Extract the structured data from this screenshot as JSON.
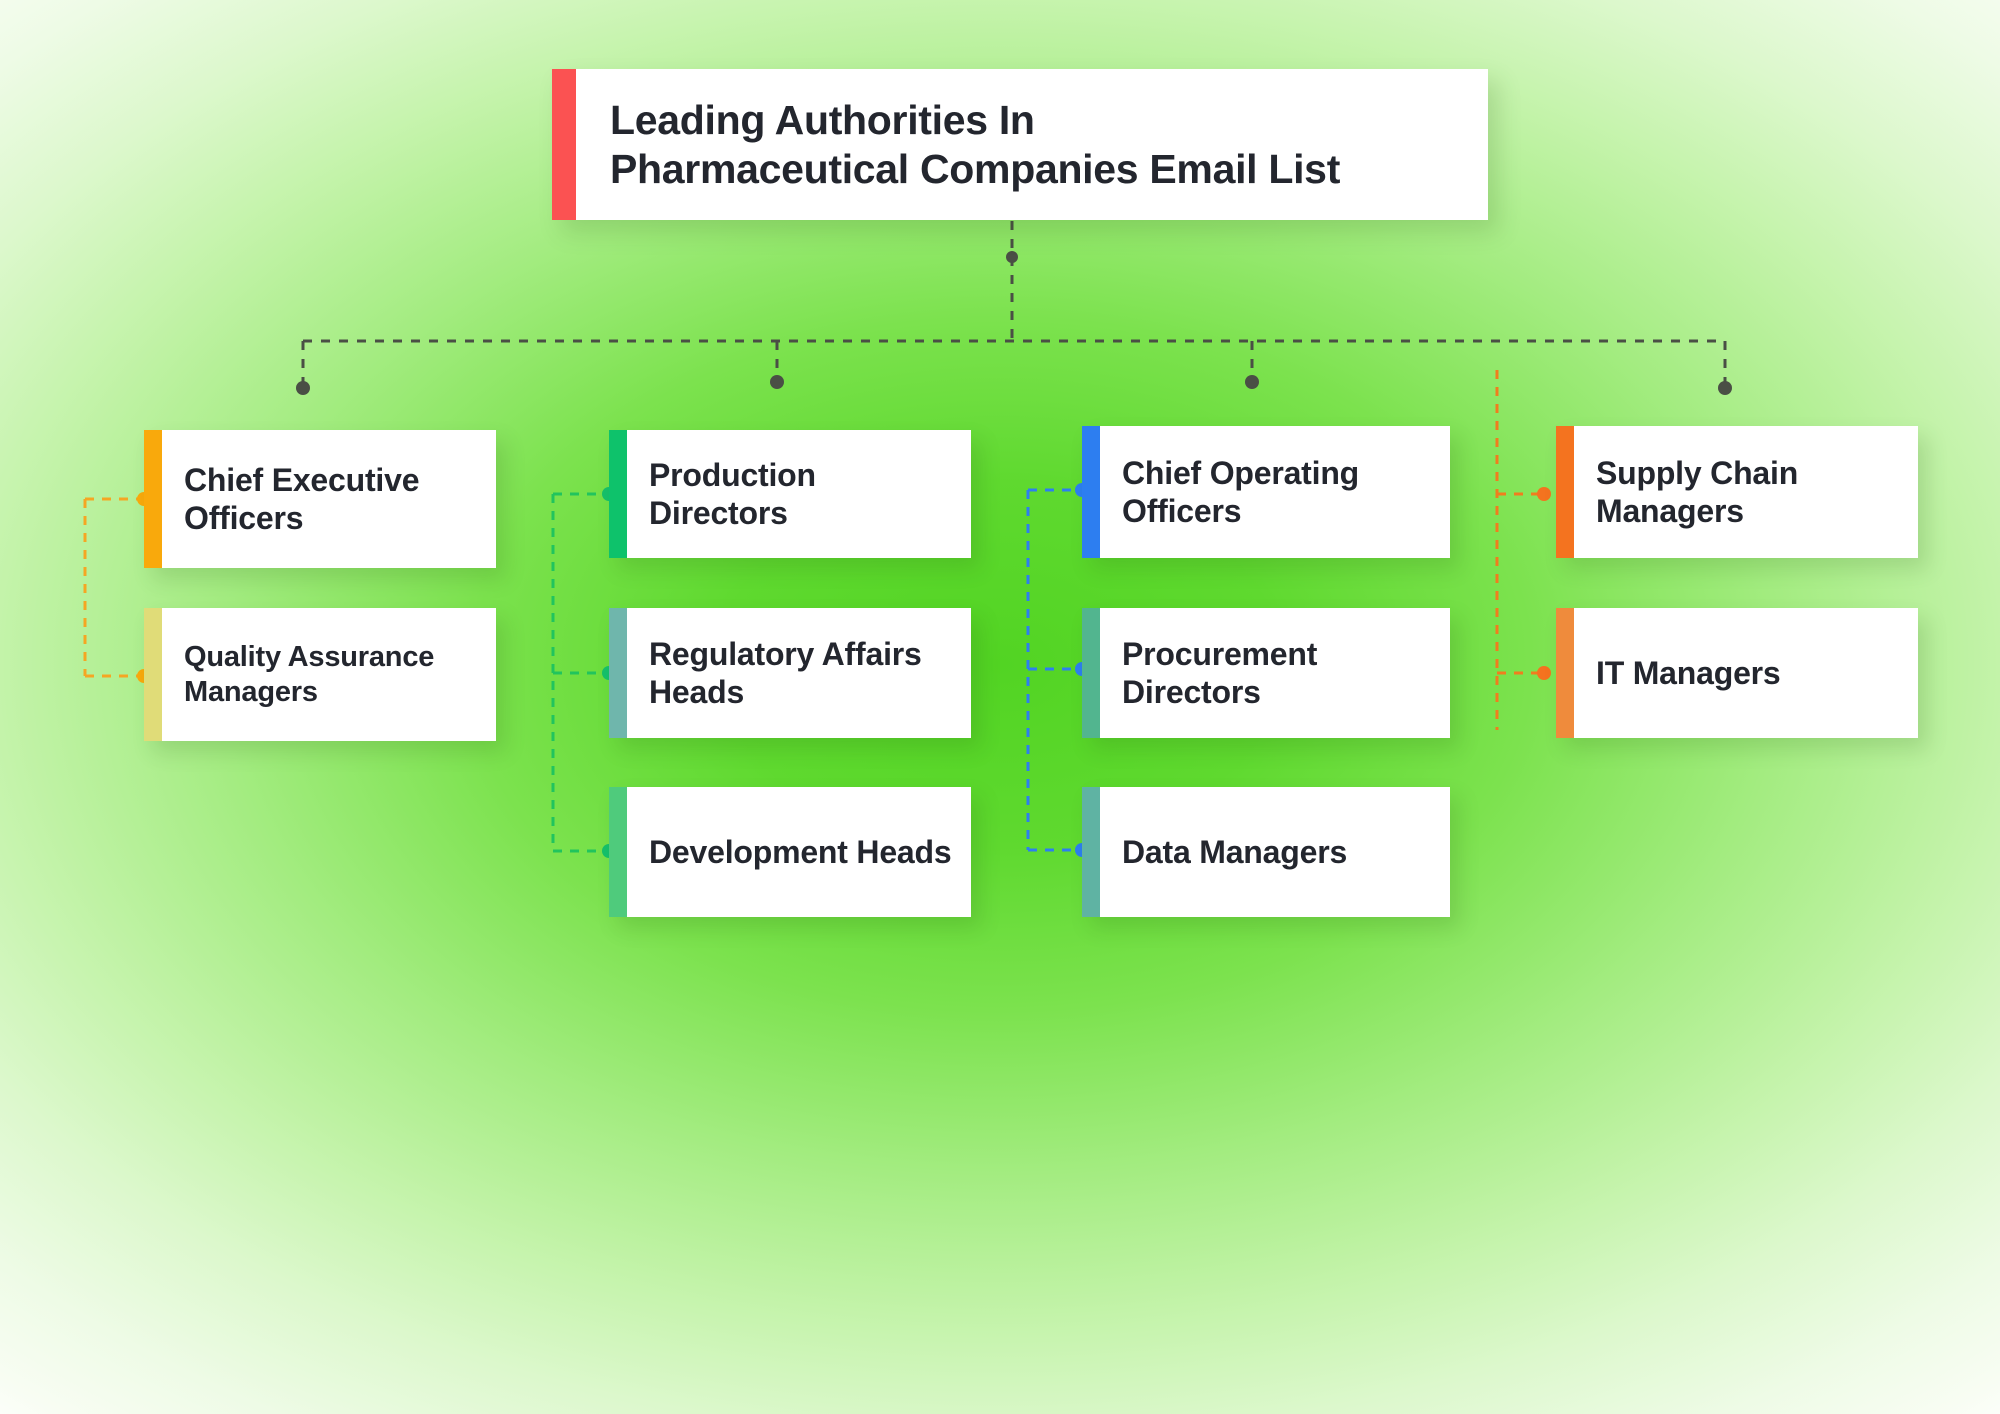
{
  "chart_data": {
    "type": "diagram",
    "diagram_kind": "organizational-hierarchy-tree",
    "title": "Leading Authorities In Pharmaceutical Companies Email List",
    "root": {
      "label": "Leading Authorities In Pharmaceutical Companies Email List",
      "accent_color": "#fb5252"
    },
    "branch_count": 4,
    "node_count": 10,
    "background_color": "#52d423",
    "connector_style": "dashed-with-dot-terminator",
    "branches": [
      {
        "branch_id": "branch-1",
        "connector_color": "#f5a623",
        "nodes": [
          {
            "label": "Chief Executive Officers",
            "accent_color": "#f9a90c"
          },
          {
            "label": "Quality Assurance Managers",
            "accent_color": "#e0dc78"
          }
        ]
      },
      {
        "branch_id": "branch-2",
        "connector_color": "#21c45d",
        "nodes": [
          {
            "label": "Production Directors",
            "accent_color": "#0ec26b"
          },
          {
            "label": "Regulatory Affairs Heads",
            "accent_color": "#6fb6ac"
          },
          {
            "label": "Development Heads",
            "accent_color": "#4fcb7c"
          }
        ]
      },
      {
        "branch_id": "branch-3",
        "connector_color": "#2d7ef0",
        "nodes": [
          {
            "label": "Chief Operating Officers",
            "accent_color": "#2d7ef0"
          },
          {
            "label": "Procurement Directors",
            "accent_color": "#52b58f"
          },
          {
            "label": "Data Managers",
            "accent_color": "#5fb3a3"
          }
        ]
      },
      {
        "branch_id": "branch-4",
        "connector_color": "#f07d1e",
        "nodes": [
          {
            "label": "Supply Chain Managers",
            "accent_color": "#f4731f"
          },
          {
            "label": "IT Managers",
            "accent_color": "#ef8b3c"
          }
        ]
      }
    ],
    "trunk_connector_color": "#4a4f45"
  },
  "title": {
    "line1": "Leading Authorities In",
    "line2": "Pharmaceutical Companies Email List"
  },
  "nodes": {
    "ceo": "Chief Executive Officers",
    "qam": "Quality Assurance Managers",
    "pd": "Production Directors",
    "rah": "Regulatory Affairs Heads",
    "dh": "Development Heads",
    "coo": "Chief Operating Officers",
    "pdir": "Procurement Directors",
    "dm": "Data Managers",
    "scm": "Supply Chain Managers",
    "itm": "IT Managers"
  }
}
